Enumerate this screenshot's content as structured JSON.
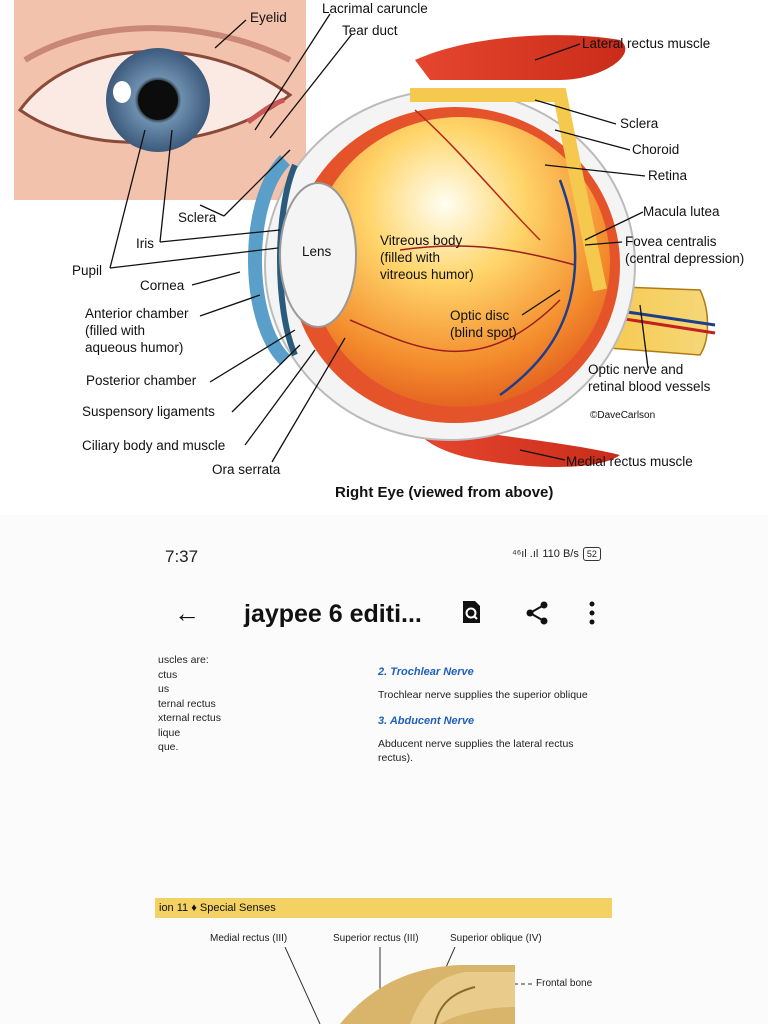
{
  "diagram": {
    "caption": "Right Eye (viewed from above)",
    "credit": "©DaveCarlson",
    "labels": {
      "eyelid": "Eyelid",
      "lacrimal_caruncle": "Lacrimal caruncle",
      "tear_duct": "Tear duct",
      "lateral_rectus": "Lateral rectus muscle",
      "sclera_right": "Sclera",
      "choroid": "Choroid",
      "retina": "Retina",
      "macula": "Macula lutea",
      "fovea_1": "Fovea centralis",
      "fovea_2": "(central depression)",
      "sclera_left": "Sclera",
      "iris": "Iris",
      "pupil": "Pupil",
      "lens": "Lens",
      "vitreous_1": "Vitreous body",
      "vitreous_2": "(filled with",
      "vitreous_3": "vitreous humor)",
      "cornea": "Cornea",
      "anterior_1": "Anterior chamber",
      "anterior_2": "(filled with",
      "anterior_3": "aqueous humor)",
      "optic_disc_1": "Optic disc",
      "optic_disc_2": "(blind spot)",
      "optic_nerve_1": "Optic nerve and",
      "optic_nerve_2": "retinal blood vessels",
      "posterior": "Posterior chamber",
      "suspensory": "Suspensory ligaments",
      "ciliary": "Ciliary body and muscle",
      "ora": "Ora serrata",
      "medial_rectus": "Medial rectus muscle"
    }
  },
  "status_bar": {
    "time": "7:37",
    "signal": "⁴⁶ıl .ıl",
    "data_rate": "110 B/s",
    "battery": "52"
  },
  "app_bar": {
    "title": "jaypee 6 editi..."
  },
  "pdf": {
    "left_column": [
      "uscles are:",
      "ctus",
      "us",
      "ternal rectus",
      "xternal rectus",
      "lique",
      "que."
    ],
    "sections": [
      {
        "heading": "2.  Trochlear Nerve",
        "body": "Trochlear nerve supplies the superior oblique"
      },
      {
        "heading": "3.  Abducent Nerve",
        "body": "Abducent  nerve  supplies  the  lateral  rectus",
        "body2": "rectus)."
      }
    ],
    "band": "ion 11 ♦ Special Senses",
    "figure_labels": {
      "medial": "Medial rectus (III)",
      "superior": "Superior rectus (III)",
      "oblique": "Superior oblique (IV)",
      "frontal": "Frontal bone"
    }
  }
}
